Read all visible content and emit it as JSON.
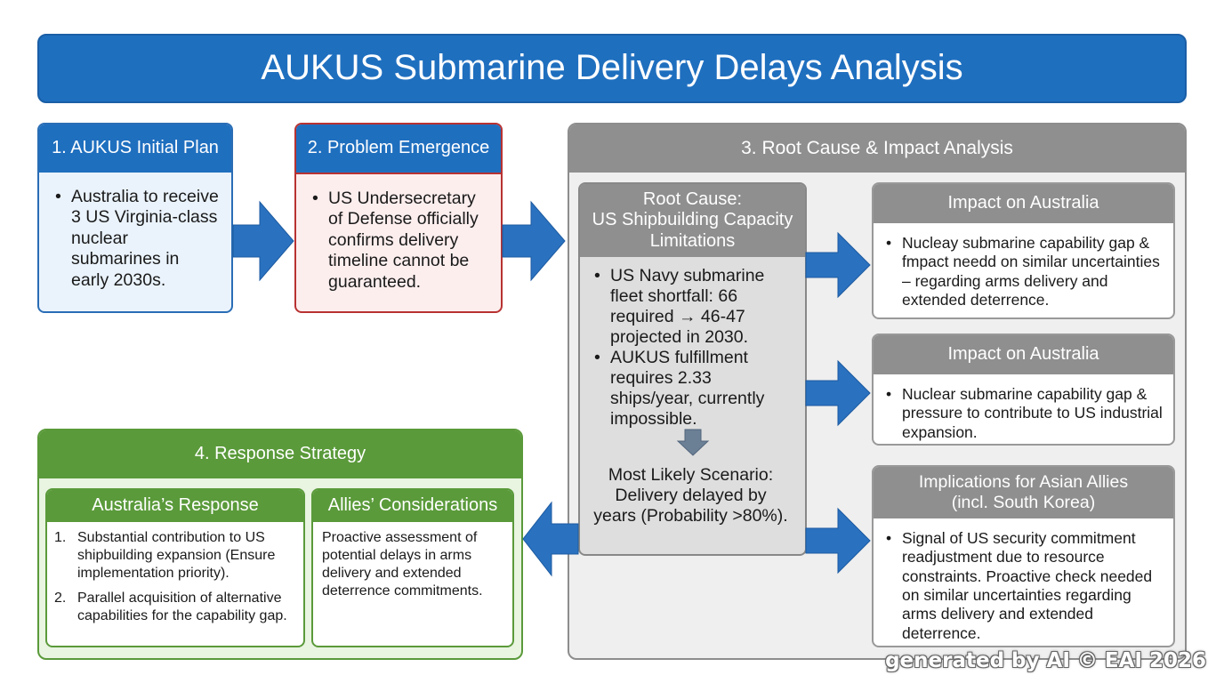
{
  "title": "AUKUS Submarine Delivery Delays Analysis",
  "step1": {
    "header": "1. AUKUS Initial Plan",
    "bullets": [
      "Australia to receive 3 US Virginia-class nuclear submarines in early 2030s."
    ]
  },
  "step2": {
    "header": "2. Problem Emergence",
    "bullets": [
      "US Undersecretary of Defense officially confirms delivery timeline cannot be guaranteed."
    ]
  },
  "step3": {
    "header": "3. Root Cause & Impact Analysis",
    "root_cause": {
      "header_line1": "Root Cause:",
      "header_line2": "US Shipbuilding Capacity Limitations",
      "bullets": [
        "US Navy submarine fleet shortfall: 66 required → 46-47 projected in 2030.",
        "AUKUS fulfillment requires 2.33 ships/year, currently impossible."
      ],
      "scenario": "Most Likely Scenario: Delivery delayed by years (Probability >80%)."
    },
    "impacts": [
      {
        "header": "Impact on Australia",
        "bullet": "Nucleay submarine capability gap & fmpact needd on similar uncertainties – regarding arms delivery and extended deterrence."
      },
      {
        "header": "Impact on Australia",
        "bullet": "Nuclear submarine capability gap & pressure to contribute to US industrial expansion."
      },
      {
        "header_line1": "Implications for Asian Allies",
        "header_line2": "(incl. South Korea)",
        "bullet": "Signal of US security commitment readjustment due to resource constraints. Proactive check needed on similar uncertainties regarding arms delivery and extended deterrence."
      }
    ]
  },
  "step4": {
    "header": "4. Response Strategy",
    "australia": {
      "header": "Australia’s Response",
      "items": [
        {
          "num": "1.",
          "text": "Substantial contribution to US shipbuilding expansion (Ensure implementation priority)."
        },
        {
          "num": "2.",
          "text": "Parallel acquisition of alternative capabilities for the capability gap."
        }
      ]
    },
    "allies": {
      "header": "Allies’ Considerations",
      "text": "Proactive assessment of potential delays in arms delivery and extended deterrence commitments."
    }
  },
  "watermark": "generated by AI © EAI 2026",
  "colors": {
    "primary_blue": "#1f6fbf",
    "problem_red": "#b83232",
    "analysis_gray": "#8f8f8f",
    "response_green": "#5a9a3a"
  }
}
